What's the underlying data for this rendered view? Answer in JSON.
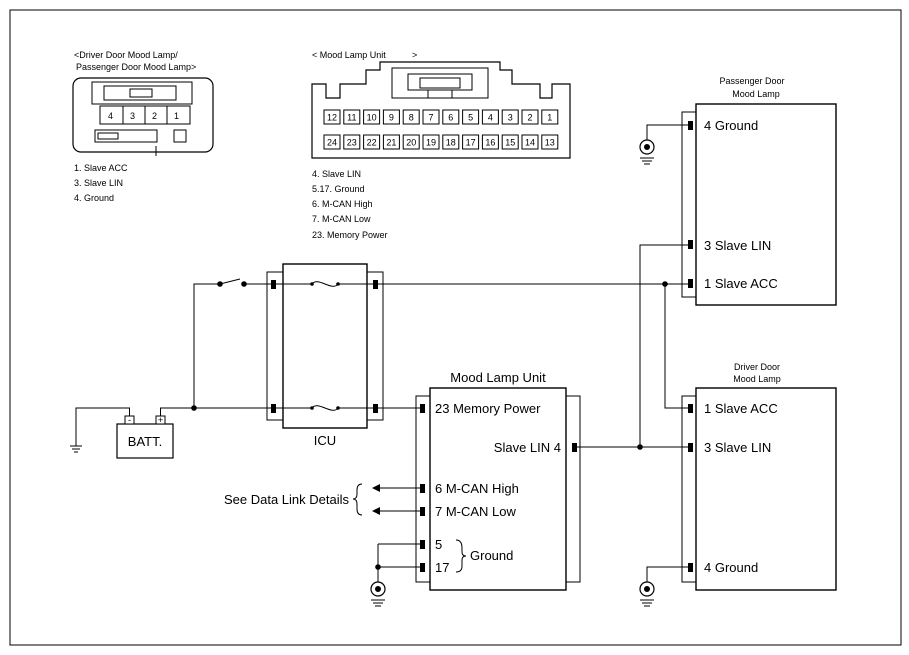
{
  "connector_door": {
    "title_line1": "<Driver Door Mood Lamp/",
    "title_line2": "Passenger Door Mood Lamp>",
    "pins": [
      "4",
      "3",
      "2",
      "1"
    ],
    "legend": [
      "1. Slave ACC",
      "3. Slave LIN",
      "4. Ground"
    ]
  },
  "connector_mood_unit": {
    "title_left": "< Mood Lamp Unit",
    "title_right": ">",
    "pins_top": [
      "12",
      "11",
      "10",
      "9",
      "8",
      "7",
      "6",
      "5",
      "4",
      "3",
      "2",
      "1"
    ],
    "pins_bottom": [
      "24",
      "23",
      "22",
      "21",
      "20",
      "19",
      "18",
      "17",
      "16",
      "15",
      "14",
      "13"
    ],
    "legend": [
      "4. Slave LIN",
      "5.17. Ground",
      "6. M-CAN High",
      "7. M-CAN Low",
      "23. Memory Power"
    ]
  },
  "passenger_lamp": {
    "title_line1": "Passenger Door",
    "title_line2": "Mood Lamp",
    "pin_ground": "4 Ground",
    "pin_lin": "3 Slave LIN",
    "pin_acc": "1 Slave ACC"
  },
  "driver_lamp": {
    "title_line1": "Driver Door",
    "title_line2": "Mood Lamp",
    "pin_acc": "1 Slave ACC",
    "pin_lin": "3 Slave LIN",
    "pin_ground": "4 Ground"
  },
  "mood_unit": {
    "title": "Mood Lamp Unit",
    "pin_memory": "23 Memory Power",
    "pin_lin": "Slave LIN 4",
    "pin_can_high": "6 M-CAN High",
    "pin_can_low": "7 M-CAN Low",
    "pin_gnd5": "5",
    "pin_gnd17": "17",
    "ground_label": "Ground"
  },
  "icu": {
    "label": "ICU"
  },
  "battery": {
    "label": "BATT.",
    "neg": "-",
    "pos": "+"
  },
  "data_link": {
    "label": "See Data Link Details"
  }
}
